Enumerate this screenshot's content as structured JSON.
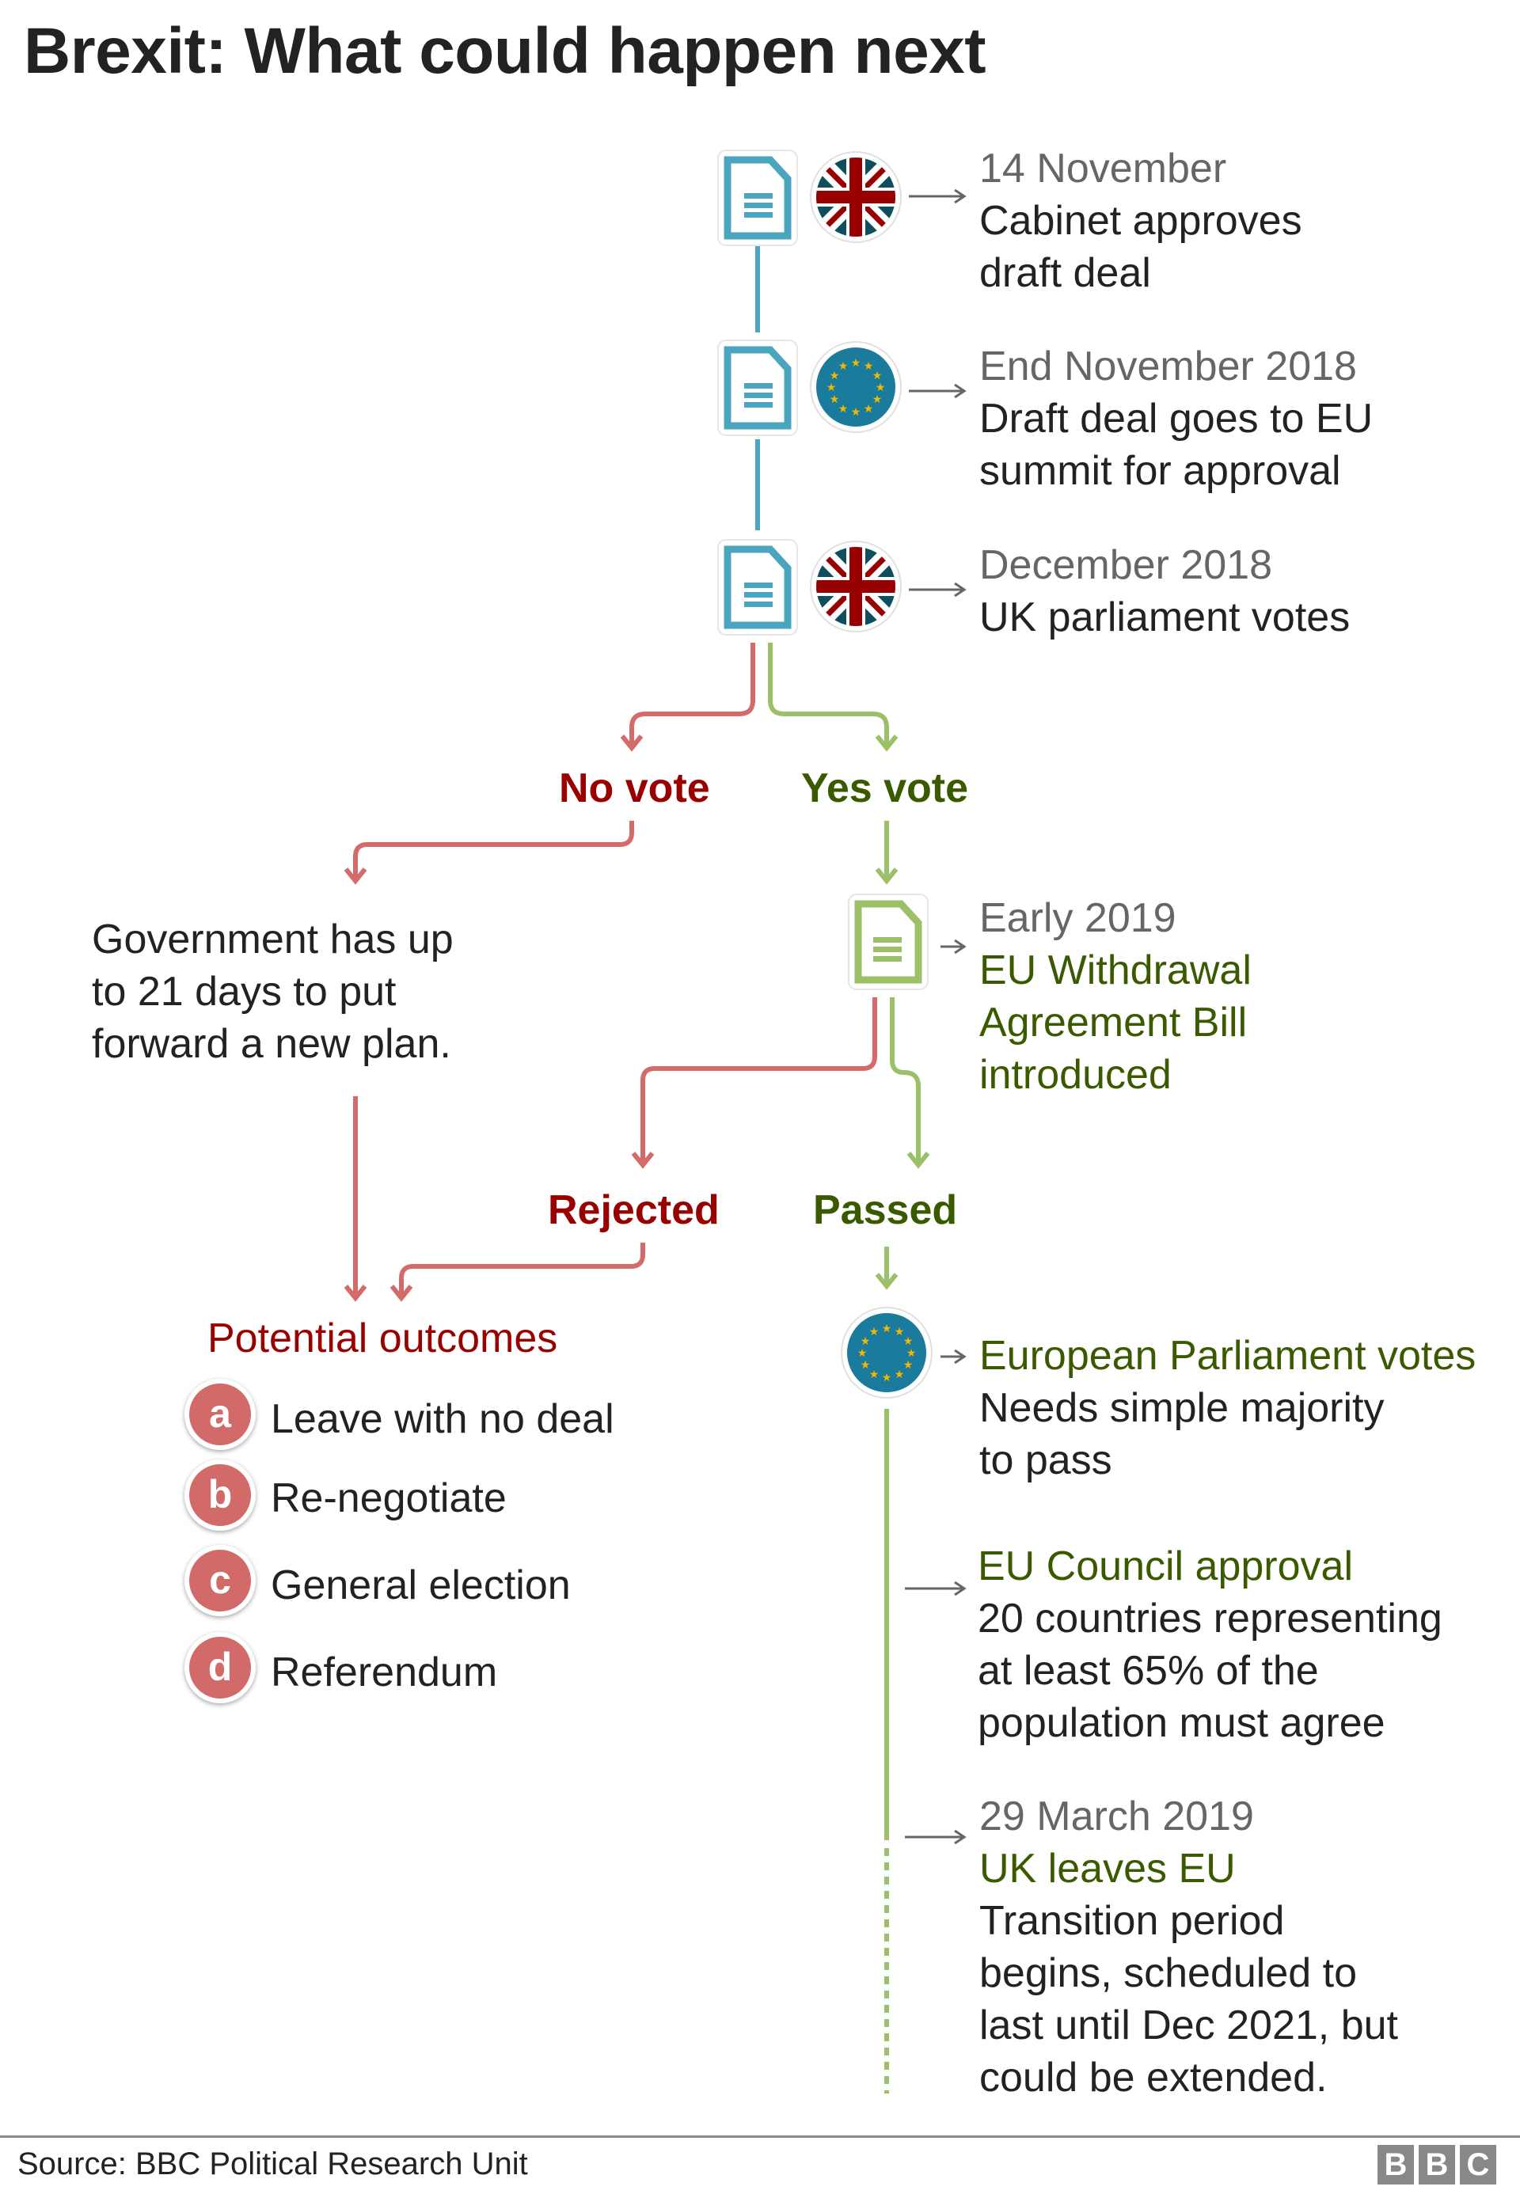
{
  "title": "Brexit: What could happen next",
  "colors": {
    "teal": "#4aa5be",
    "green_line": "#9cc068",
    "red_line": "#d46a6a",
    "green_text": "#3a5a00",
    "red_text": "#990000",
    "date_gray": "#666666",
    "eu_blue": "#1a7b9c",
    "eu_star": "#f5b800",
    "uk_red": "#990000",
    "uk_blue": "#0e4f5f"
  },
  "steps": [
    {
      "date": "14 November",
      "lines": [
        "Cabinet approves",
        "draft deal"
      ],
      "icon": "uk-flag-icon"
    },
    {
      "date": "End November 2018",
      "lines": [
        "Draft deal goes to EU",
        "summit for approval"
      ],
      "icon": "eu-flag-icon"
    },
    {
      "date": "December 2018",
      "lines": [
        "UK parliament votes"
      ],
      "icon": "uk-flag-icon"
    }
  ],
  "branches": {
    "no_vote": "No vote",
    "yes_vote": "Yes vote",
    "rejected": "Rejected",
    "passed": "Passed"
  },
  "no_vote_text": [
    "Government has up",
    "to 21 days to put",
    "forward a new plan."
  ],
  "bill": {
    "date": "Early 2019",
    "lines": [
      "EU Withdrawal",
      "Agreement Bill",
      "introduced"
    ]
  },
  "outcomes": {
    "heading": "Potential outcomes",
    "items": [
      {
        "letter": "a",
        "label": "Leave with no deal"
      },
      {
        "letter": "b",
        "label": "Re-negotiate"
      },
      {
        "letter": "c",
        "label": "General election"
      },
      {
        "letter": "d",
        "label": "Referendum"
      }
    ]
  },
  "ep_vote": {
    "heading": "European Parliament votes",
    "lines": [
      "Needs simple majority",
      "to pass"
    ]
  },
  "council": {
    "heading": "EU Council approval",
    "lines": [
      "20 countries representing",
      "at least 65% of the",
      "population must agree"
    ]
  },
  "leave": {
    "date": "29 March 2019",
    "heading": "UK leaves EU",
    "lines": [
      "Transition period",
      "begins, scheduled to",
      "last until Dec 2021, but",
      "could be extended."
    ]
  },
  "footer": {
    "source": "Source: BBC Political Research Unit",
    "logo": [
      "B",
      "B",
      "C"
    ]
  }
}
